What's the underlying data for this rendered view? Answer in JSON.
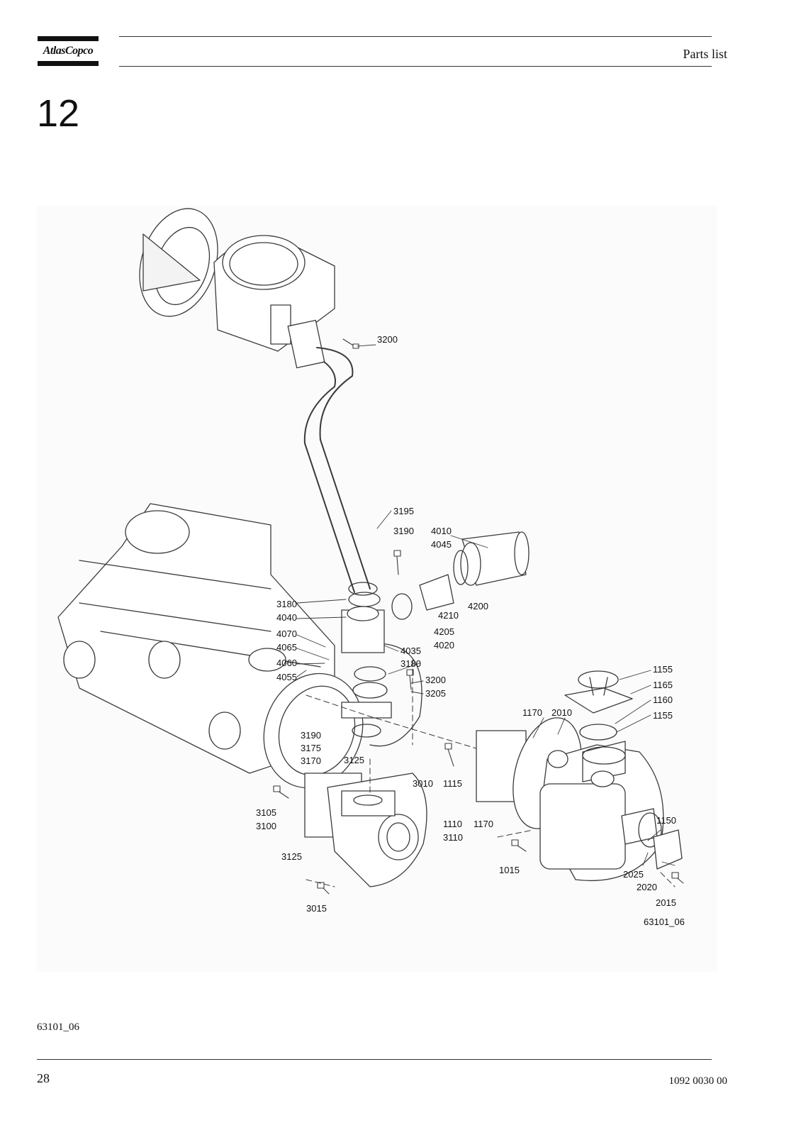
{
  "header": {
    "brand": "AtlasCopco",
    "title": "Parts list"
  },
  "section_number": "12",
  "figure": {
    "drawing_id": "63101_06",
    "callouts": [
      {
        "text": "3200",
        "id": "c-3200-top"
      },
      {
        "text": "3195",
        "id": "c-3195"
      },
      {
        "text": "3190",
        "id": "c-3190-top"
      },
      {
        "text": "4010",
        "id": "c-4010"
      },
      {
        "text": "4045",
        "id": "c-4045"
      },
      {
        "text": "4200",
        "id": "c-4200"
      },
      {
        "text": "4210",
        "id": "c-4210"
      },
      {
        "text": "4205",
        "id": "c-4205"
      },
      {
        "text": "4020",
        "id": "c-4020"
      },
      {
        "text": "3180",
        "id": "c-3180-upper"
      },
      {
        "text": "4040",
        "id": "c-4040"
      },
      {
        "text": "4070",
        "id": "c-4070"
      },
      {
        "text": "4065",
        "id": "c-4065"
      },
      {
        "text": "4060",
        "id": "c-4060"
      },
      {
        "text": "4055",
        "id": "c-4055"
      },
      {
        "text": "4035",
        "id": "c-4035"
      },
      {
        "text": "3180",
        "id": "c-3180-lower"
      },
      {
        "text": "3200",
        "id": "c-3200-mid"
      },
      {
        "text": "3205",
        "id": "c-3205"
      },
      {
        "text": "3190",
        "id": "c-3190-low"
      },
      {
        "text": "3175",
        "id": "c-3175"
      },
      {
        "text": "3170",
        "id": "c-3170"
      },
      {
        "text": "3125",
        "id": "c-3125-top"
      },
      {
        "text": "3010",
        "id": "c-3010"
      },
      {
        "text": "3105",
        "id": "c-3105"
      },
      {
        "text": "3100",
        "id": "c-3100"
      },
      {
        "text": "3110",
        "id": "c-3110"
      },
      {
        "text": "3125",
        "id": "c-3125-low"
      },
      {
        "text": "3015",
        "id": "c-3015"
      },
      {
        "text": "1155",
        "id": "c-1155-top"
      },
      {
        "text": "1165",
        "id": "c-1165"
      },
      {
        "text": "1160",
        "id": "c-1160"
      },
      {
        "text": "1155",
        "id": "c-1155-low"
      },
      {
        "text": "1170",
        "id": "c-1170-top"
      },
      {
        "text": "2010",
        "id": "c-2010"
      },
      {
        "text": "1115",
        "id": "c-1115"
      },
      {
        "text": "1110",
        "id": "c-1110"
      },
      {
        "text": "1170",
        "id": "c-1170-low"
      },
      {
        "text": "1015",
        "id": "c-1015"
      },
      {
        "text": "1150",
        "id": "c-1150"
      },
      {
        "text": "2025",
        "id": "c-2025"
      },
      {
        "text": "2020",
        "id": "c-2020"
      },
      {
        "text": "2015",
        "id": "c-2015"
      }
    ]
  },
  "footer": {
    "figure_ref": "63101_06",
    "page_number": "28",
    "doc_number": "1092 0030 00"
  }
}
